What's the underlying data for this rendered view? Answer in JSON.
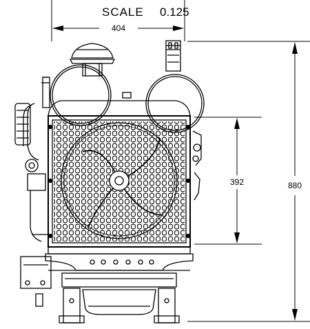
{
  "drawing": {
    "scale_label": "SCALE",
    "scale_value": "0.125",
    "width_dimension": "404",
    "inner_height_dimension": "392",
    "total_height_dimension": "880"
  }
}
